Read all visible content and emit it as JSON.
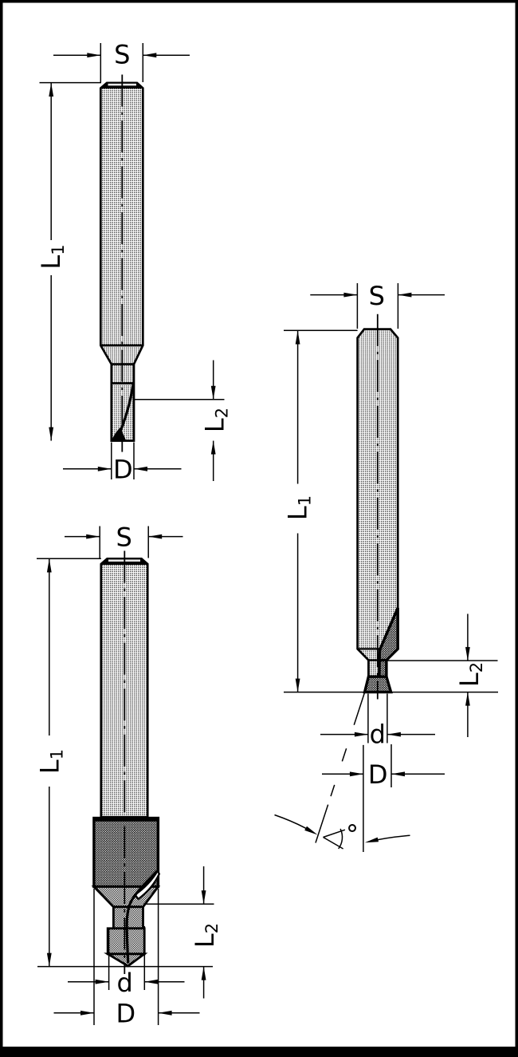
{
  "page": {
    "background": "#ffffff",
    "border_color": "#000000",
    "line_color": "#000000"
  },
  "drawings": [
    {
      "name": "straight-router-bit",
      "dims": {
        "s": {
          "label": "S"
        },
        "l1": {
          "base": "L",
          "sub": "1"
        },
        "l2": {
          "base": "L",
          "sub": "2"
        },
        "d_major": {
          "label": "D"
        }
      }
    },
    {
      "name": "countersink-router-bit",
      "dims": {
        "s": {
          "label": "S"
        },
        "l1": {
          "base": "L",
          "sub": "1"
        },
        "l2": {
          "base": "L",
          "sub": "2"
        },
        "d_minor": {
          "label": "d"
        },
        "d_major": {
          "label": "D"
        }
      }
    },
    {
      "name": "dovetail-router-bit",
      "dims": {
        "s": {
          "label": "S"
        },
        "l1": {
          "base": "L",
          "sub": "1"
        },
        "l2": {
          "base": "L",
          "sub": "2"
        },
        "d_minor": {
          "label": "d"
        },
        "d_major": {
          "label": "D"
        },
        "angle": {
          "degree_symbol": "°"
        }
      }
    }
  ]
}
